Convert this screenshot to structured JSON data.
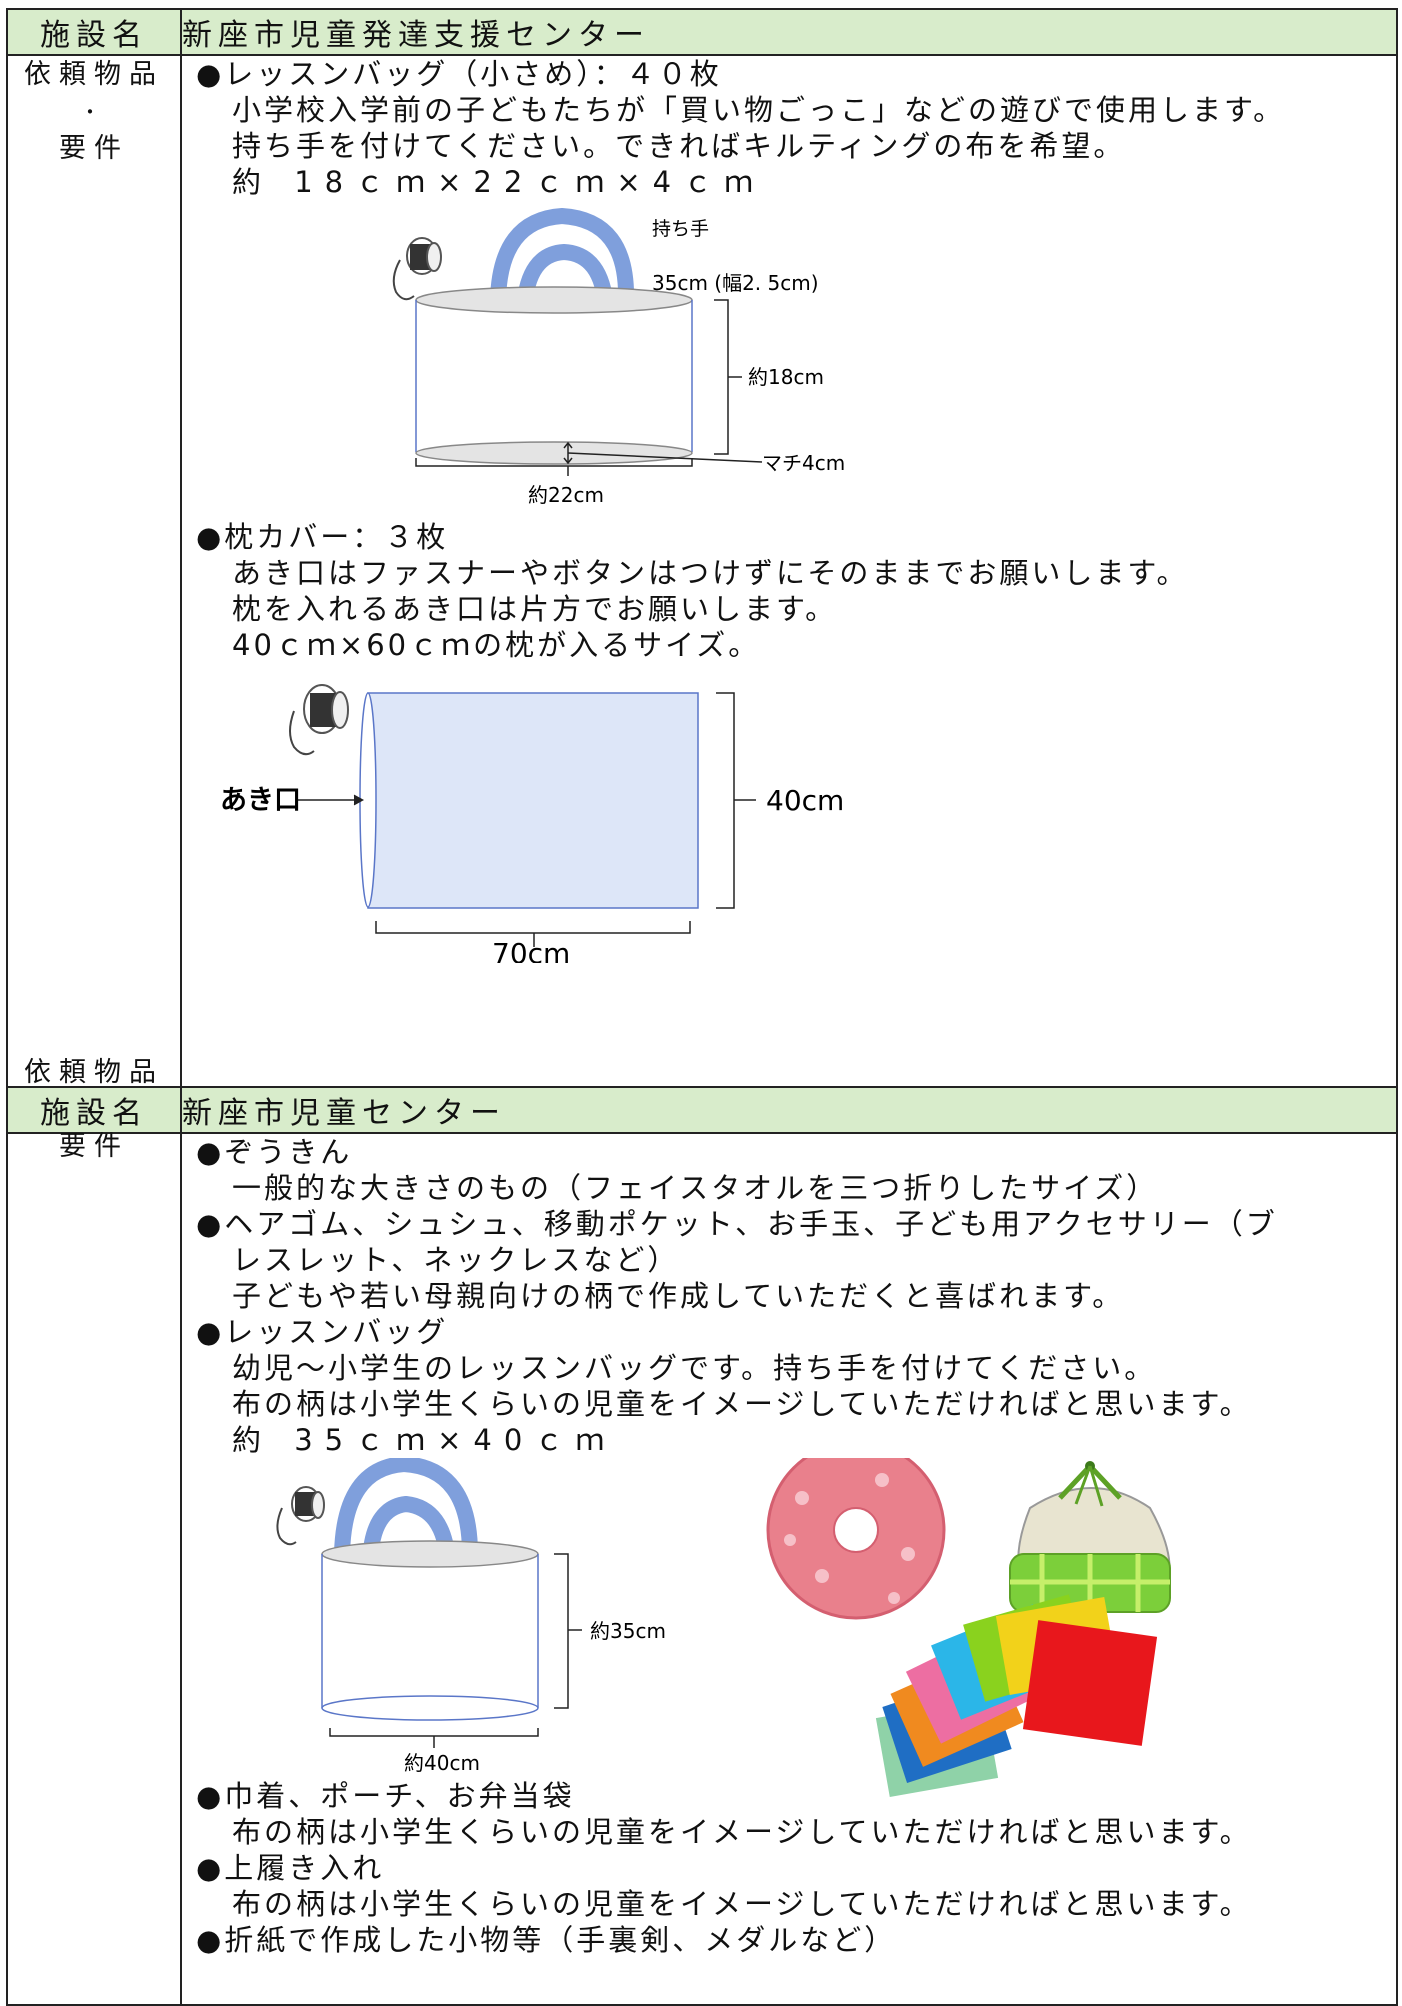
{
  "section1": {
    "label_head": "施設名",
    "facility": "新座市児童発達支援センター",
    "side_line1": "依頼物品",
    "side_dot": "・",
    "side_line2": "要件",
    "item1": "●レッスンバッグ（小さめ）：４０枚",
    "item1_desc": [
      "小学校入学前の子どもたちが「買い物ごっこ」などの遊びで使用します。",
      "持ち手を付けてください。できればキルティングの布を希望。",
      "約 18ｃｍ×22ｃｍ×4ｃｍ"
    ],
    "bag_diagram": {
      "handle_label": "持ち手",
      "handle_size": "35cm (幅2. 5cm)",
      "height_label": "約18cm",
      "gusset_label": "マチ4cm",
      "width_label": "約22cm"
    },
    "item2": "●枕カバー：３枚",
    "item2_desc": [
      "あき口はファスナーやボタンはつけずにそのままでお願いします。",
      "枕を入れるあき口は片方でお願いします。",
      "40ｃｍ×60ｃｍの枕が入るサイズ。"
    ],
    "pillow_diagram": {
      "opening_label": "あき口",
      "height_label": "40cm",
      "width_label": "70cm"
    }
  },
  "section2": {
    "label_head": "施設名",
    "facility": "新座市児童センター",
    "side_line1": "依頼物品",
    "side_dot": "・",
    "side_line2": "要件",
    "item1": "●ぞうきん",
    "item1_desc": "一般的な大きさのもの（フェイスタオルを三つ折りしたサイズ）",
    "item2_a": "●ヘアゴム、シュシュ、移動ポケット、お手玉、子ども用アクセサリー（ブ",
    "item2_b": "レスレット、ネックレスなど）",
    "item2_desc": "子どもや若い母親向けの柄で作成していただくと喜ばれます。",
    "item3": "●レッスンバッグ",
    "item3_desc": [
      "幼児～小学生のレッスンバッグです。持ち手を付けてください。",
      "布の柄は小学生くらいの児童をイメージしていただければと思います。",
      "約 35ｃｍ×40ｃｍ"
    ],
    "bag_diagram": {
      "height_label": "約35cm",
      "width_label": "約40cm"
    },
    "item4": "●巾着、ポーチ、お弁当袋",
    "item4_desc": "布の柄は小学生くらいの児童をイメージしていただければと思います。",
    "item5": "●上履き入れ",
    "item5_desc": "布の柄は小学生くらいの児童をイメージしていただければと思います。",
    "item6": "●折紙で作成した小物等（手裏剣、メダルなど）"
  },
  "colors": {
    "header_bg": "#d8eccb",
    "handle": "#7f9fdc",
    "bag_line": "#5a76c8",
    "pillow_fill": "#dde6f8"
  }
}
